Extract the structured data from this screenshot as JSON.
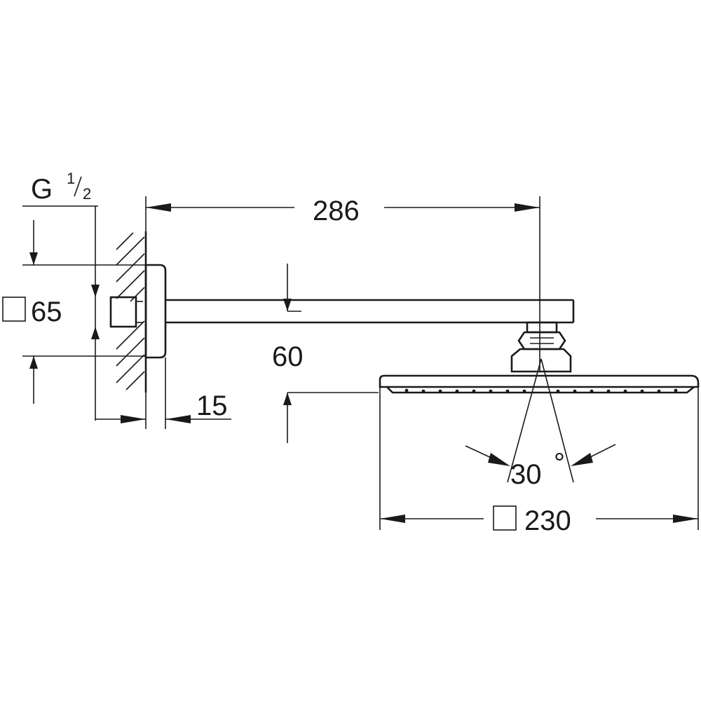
{
  "dimensions": {
    "thread_letter": "G",
    "thread_num": "1",
    "thread_den": "2",
    "flange_square": "65",
    "arm_length": "286",
    "drop": "60",
    "flange_depth": "15",
    "spray_angle": "30",
    "angle_unit": "°",
    "head_square": "230"
  }
}
